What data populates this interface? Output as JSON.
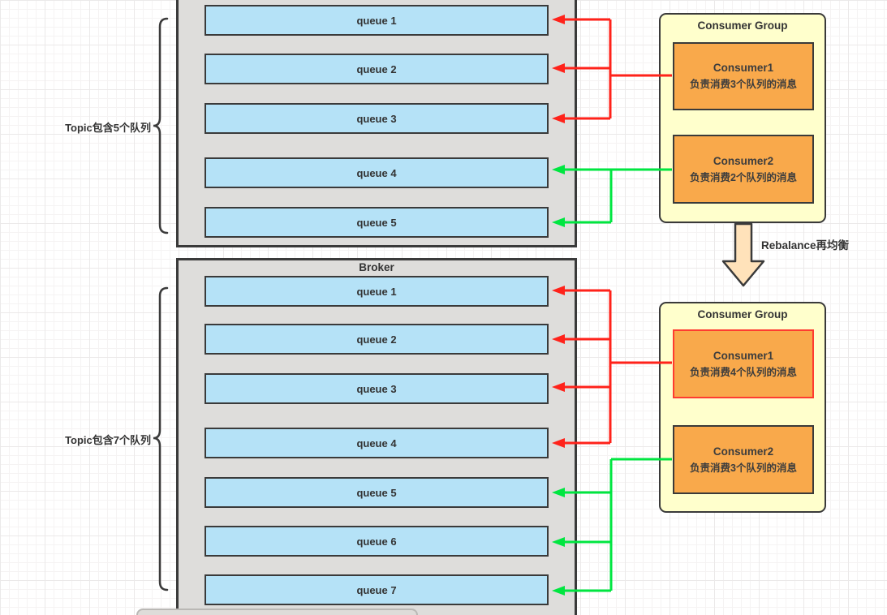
{
  "top_section": {
    "topic_label": "Topic包含5个队列",
    "queues": [
      "queue 1",
      "queue 2",
      "queue 3",
      "queue 4",
      "queue 5"
    ],
    "consumer_group": {
      "title": "Consumer Group",
      "consumer1_name": "Consumer1",
      "consumer1_desc": "负责消费3个队列的消息",
      "consumer2_name": "Consumer2",
      "consumer2_desc": "负责消费2个队列的消息"
    }
  },
  "rebalance_label": "Rebalance再均衡",
  "bottom_section": {
    "broker_label": "Broker",
    "topic_label": "Topic包含7个队列",
    "queues": [
      "queue 1",
      "queue 2",
      "queue 3",
      "queue 4",
      "queue 5",
      "queue 6",
      "queue 7"
    ],
    "consumer_group": {
      "title": "Consumer Group",
      "consumer1_name": "Consumer1",
      "consumer1_desc": "负责消费4个队列的消息",
      "consumer2_name": "Consumer2",
      "consumer2_desc": "负责消费3个队列的消息"
    }
  },
  "colors": {
    "queue_fill": "#b5e2f7",
    "broker_fill": "#dedddb",
    "consumer_fill": "#f9a94b",
    "group_fill": "#ffffcc",
    "arrow_red": "#ff221a",
    "arrow_green": "#00e640",
    "rebalance_arrow_fill": "#ffe2ba",
    "highlight_border": "#ff3b30",
    "outline": "#3a3a3a"
  }
}
